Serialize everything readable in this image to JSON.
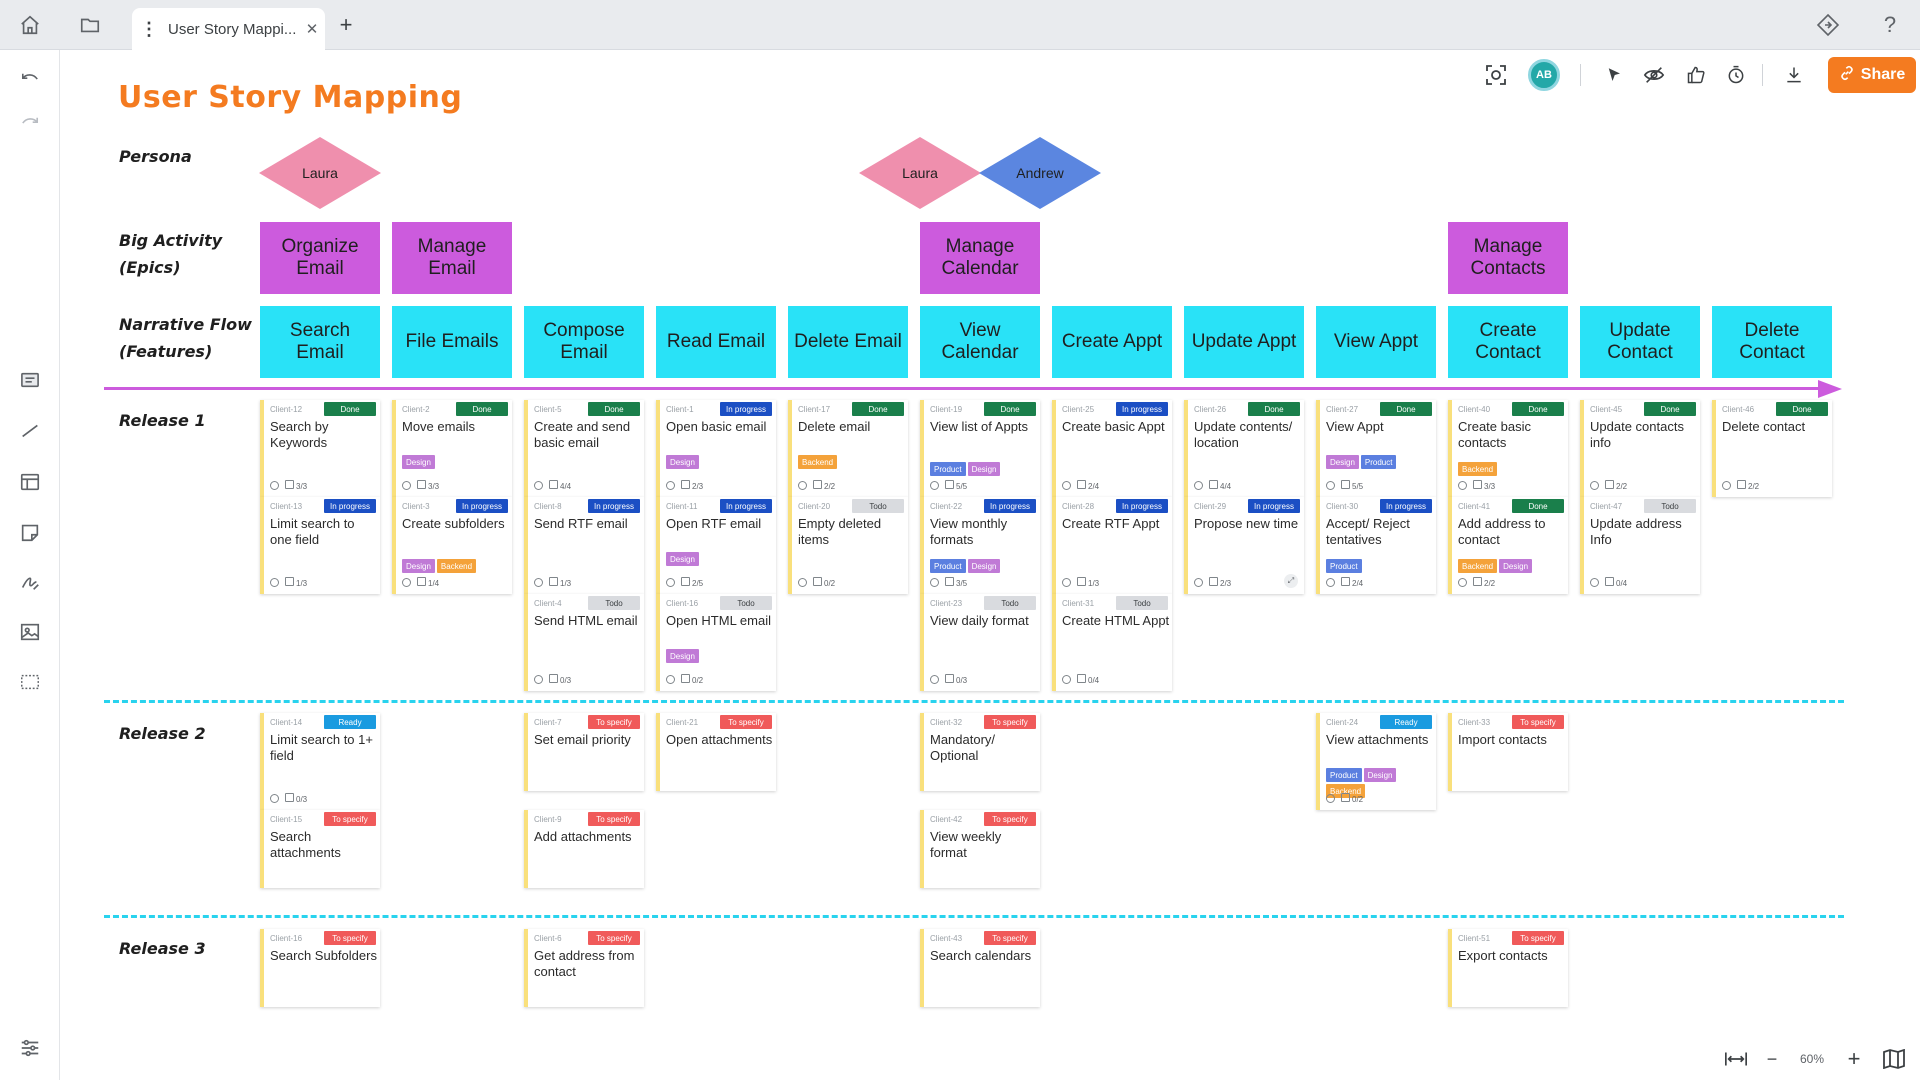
{
  "tab": {
    "title": "User Story Mappi..."
  },
  "header": {
    "share_label": "Share",
    "avatar_initials": "AB"
  },
  "board": {
    "title": "User Story Mapping",
    "row_labels": {
      "persona": "Persona",
      "epics": "Big Activity\n(Epics)",
      "features": "Narrative Flow\n(Features)",
      "release1": "Release 1",
      "release2": "Release 2",
      "release3": "Release 3"
    },
    "personas": [
      {
        "name": "Laura",
        "color": "#ef8fad"
      },
      {
        "name": "Laura",
        "color": "#ef8fad"
      },
      {
        "name": "Andrew",
        "color": "#5b86e0"
      }
    ],
    "epics": [
      "Organize Email",
      "Manage Email",
      "Manage Calendar",
      "Manage Contacts"
    ],
    "features": [
      "Search Email",
      "File Emails",
      "Compose Email",
      "Read Email",
      "Delete Email",
      "View Calendar",
      "Create Appt",
      "Update Appt",
      "View Appt",
      "Create Contact",
      "Update Contact",
      "Delete Contact"
    ]
  },
  "status_colors": {
    "Done": "#1a7f4b",
    "In progress": "#1b4fc4",
    "Todo": "#d9dbdf",
    "Ready": "#1a9be0",
    "To specify": "#f05a5a"
  },
  "tag_colors": {
    "Design": "#c07ad6",
    "Backend": "#f4a23a",
    "Product": "#5b7fe0"
  },
  "cards": [
    {
      "id": "Client-12",
      "status": "Done",
      "title": "Search by Keywords",
      "tags": [],
      "meta": "3/3"
    },
    {
      "id": "Client-13",
      "status": "In progress",
      "title": "Limit search to one field",
      "tags": [],
      "meta": "1/3"
    },
    {
      "id": "Client-2",
      "status": "Done",
      "title": "Move emails",
      "tags": [
        "Design"
      ],
      "meta": "3/3"
    },
    {
      "id": "Client-3",
      "status": "In progress",
      "title": "Create subfolders",
      "tags": [
        "Design",
        "Backend"
      ],
      "meta": "1/4"
    },
    {
      "id": "Client-5",
      "status": "Done",
      "title": "Create and send basic email",
      "tags": [],
      "meta": "4/4"
    },
    {
      "id": "Client-8",
      "status": "In progress",
      "title": "Send RTF email",
      "tags": [],
      "meta": "1/3"
    },
    {
      "id": "Client-4",
      "status": "Todo",
      "title": "Send HTML email",
      "tags": [],
      "meta": "0/3"
    },
    {
      "id": "Client-1",
      "status": "In progress",
      "title": "Open basic email",
      "tags": [
        "Design"
      ],
      "meta": "2/3"
    },
    {
      "id": "Client-11",
      "status": "In progress",
      "title": "Open RTF email",
      "tags": [
        "Design"
      ],
      "meta": "2/5"
    },
    {
      "id": "Client-16",
      "status": "Todo",
      "title": "Open HTML email",
      "tags": [
        "Design"
      ],
      "meta": "0/2"
    },
    {
      "id": "Client-17",
      "status": "Done",
      "title": "Delete email",
      "tags": [
        "Backend"
      ],
      "meta": "2/2"
    },
    {
      "id": "Client-20",
      "status": "Todo",
      "title": "Empty deleted items",
      "tags": [],
      "meta": "0/2"
    },
    {
      "id": "Client-19",
      "status": "Done",
      "title": "View list of Appts",
      "tags": [
        "Product",
        "Design"
      ],
      "meta": "5/5"
    },
    {
      "id": "Client-22",
      "status": "In progress",
      "title": "View monthly formats",
      "tags": [
        "Product",
        "Design"
      ],
      "meta": "3/5"
    },
    {
      "id": "Client-23",
      "status": "Todo",
      "title": "View daily format",
      "tags": [],
      "meta": "0/3"
    },
    {
      "id": "Client-25",
      "status": "In progress",
      "title": "Create basic Appt",
      "tags": [],
      "meta": "2/4"
    },
    {
      "id": "Client-28",
      "status": "In progress",
      "title": "Create RTF Appt",
      "tags": [],
      "meta": "1/3"
    },
    {
      "id": "Client-31",
      "status": "Todo",
      "title": "Create HTML Appt",
      "tags": [],
      "meta": "0/4"
    },
    {
      "id": "Client-26",
      "status": "Done",
      "title": "Update contents/ location",
      "tags": [],
      "meta": "4/4"
    },
    {
      "id": "Client-29",
      "status": "In progress",
      "title": "Propose new time",
      "tags": [],
      "meta": "2/3"
    },
    {
      "id": "Client-27",
      "status": "Done",
      "title": "View Appt",
      "tags": [
        "Design",
        "Product"
      ],
      "meta": "5/5"
    },
    {
      "id": "Client-30",
      "status": "In progress",
      "title": "Accept/ Reject tentatives",
      "tags": [
        "Product"
      ],
      "meta": "2/4"
    },
    {
      "id": "Client-40",
      "status": "Done",
      "title": "Create basic contacts",
      "tags": [
        "Backend"
      ],
      "meta": "3/3"
    },
    {
      "id": "Client-41",
      "status": "Done",
      "title": "Add address to contact",
      "tags": [
        "Backend",
        "Design"
      ],
      "meta": "2/2"
    },
    {
      "id": "Client-45",
      "status": "Done",
      "title": "Update contacts info",
      "tags": [],
      "meta": "2/2"
    },
    {
      "id": "Client-47",
      "status": "Todo",
      "title": "Update address Info",
      "tags": [],
      "meta": "0/4"
    },
    {
      "id": "Client-46",
      "status": "Done",
      "title": "Delete contact",
      "tags": [],
      "meta": "2/2"
    },
    {
      "id": "Client-14",
      "status": "Ready",
      "title": "Limit search to 1+ field",
      "tags": [],
      "meta": "0/3"
    },
    {
      "id": "Client-15",
      "status": "To specify",
      "title": "Search attachments",
      "tags": [],
      "meta": ""
    },
    {
      "id": "Client-7",
      "status": "To specify",
      "title": "Set email priority",
      "tags": [],
      "meta": ""
    },
    {
      "id": "Client-9",
      "status": "To specify",
      "title": "Add attachments",
      "tags": [],
      "meta": ""
    },
    {
      "id": "Client-21",
      "status": "To specify",
      "title": "Open attachments",
      "tags": [],
      "meta": ""
    },
    {
      "id": "Client-32",
      "status": "To specify",
      "title": "Mandatory/ Optional",
      "tags": [],
      "meta": ""
    },
    {
      "id": "Client-42",
      "status": "To specify",
      "title": "View weekly format",
      "tags": [],
      "meta": ""
    },
    {
      "id": "Client-24",
      "status": "Ready",
      "title": "View attachments",
      "tags": [
        "Product",
        "Design",
        "Backend"
      ],
      "meta": "0/2"
    },
    {
      "id": "Client-33",
      "status": "To specify",
      "title": "Import contacts",
      "tags": [],
      "meta": ""
    },
    {
      "id": "Client-16",
      "status": "To specify",
      "title": "Search Subfolders",
      "tags": [],
      "meta": ""
    },
    {
      "id": "Client-6",
      "status": "To specify",
      "title": "Get address from contact",
      "tags": [],
      "meta": ""
    },
    {
      "id": "Client-43",
      "status": "To specify",
      "title": "Search calendars",
      "tags": [],
      "meta": ""
    },
    {
      "id": "Client-51",
      "status": "To specify",
      "title": "Export contacts",
      "tags": [],
      "meta": ""
    }
  ],
  "zoom": {
    "level": "60%"
  }
}
